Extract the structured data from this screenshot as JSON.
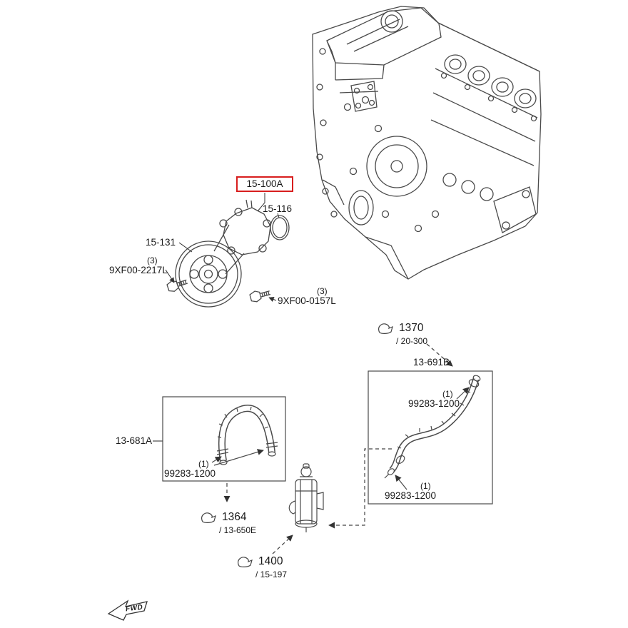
{
  "diagram": {
    "highlight_color": "#d81e1e",
    "line_color": "#4a4a4a",
    "description_labels": {
      "pump": {
        "part_no": "15-100A"
      },
      "gasket": {
        "part_no": "15-116"
      },
      "pulley": {
        "part_no": "15-131"
      },
      "bolt_left": {
        "qty": "(3)",
        "part_no": "9XF00-2217L"
      },
      "bolt_right": {
        "qty": "(3)",
        "part_no": "9XF00-0157L"
      },
      "hose_assy_left": {
        "part_no": "13-681A"
      },
      "hose_assy_right": {
        "part_no": "13-691B"
      },
      "clamp_left": {
        "qty": "(1)",
        "part_no": "99283-1200"
      },
      "clamp_right_top": {
        "qty": "(1)",
        "part_no": "99283-1200"
      },
      "clamp_right_bottom": {
        "qty": "(1)",
        "part_no": "99283-1200"
      },
      "ref_1370": {
        "code": "1370",
        "sub": "/ 20-300"
      },
      "ref_1364": {
        "code": "1364",
        "sub": "/ 13-650E"
      },
      "ref_1400": {
        "code": "1400",
        "sub": "/ 15-197"
      },
      "fwd_label": "FWD"
    }
  }
}
